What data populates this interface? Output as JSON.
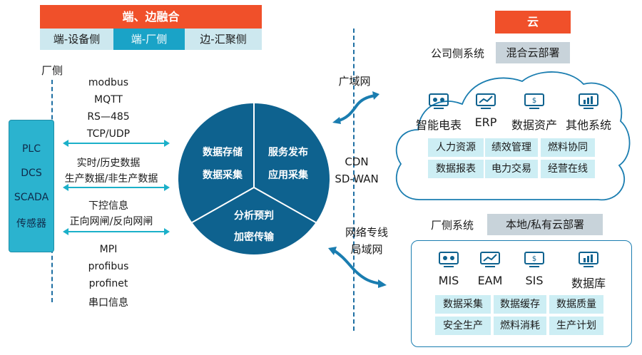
{
  "header": {
    "top_title": "端、边融合",
    "tabs": [
      "端-设备侧",
      "端-厂侧",
      "边-汇聚侧"
    ]
  },
  "factory_label": "厂侧",
  "devices": [
    "PLC",
    "DCS",
    "SCADA",
    "传感器"
  ],
  "protocols": {
    "group1": [
      "modbus",
      "MQTT",
      "RS—485",
      "TCP/UDP"
    ],
    "group2": [
      "实时/历史数据",
      "生产数据/非生产数据"
    ],
    "group3": [
      "下控信息",
      "正向网闸/反向网闸"
    ],
    "group4": [
      "MPI",
      "profibus",
      "profinet",
      "串口信息"
    ]
  },
  "circle": {
    "left": [
      "数据存储",
      "数据采集"
    ],
    "right": [
      "服务发布",
      "应用采集"
    ],
    "bottom": [
      "分析预判",
      "加密传输"
    ]
  },
  "network": {
    "wan": "广域网",
    "cdn": "CDN",
    "sdwan": "SD-WAN",
    "private_line": "网络专线",
    "lan": "局域网"
  },
  "cloud": {
    "title": "云",
    "company_label": "公司侧系统",
    "deploy": "混合云部署",
    "systems": [
      "智能电表",
      "ERP",
      "数据资产",
      "其他系统"
    ],
    "tags": [
      "人力资源",
      "绩效管理",
      "燃料协同",
      "数据报表",
      "电力交易",
      "经营在线"
    ]
  },
  "factory_sys": {
    "label": "厂侧系统",
    "deploy": "本地/私有云部署",
    "systems": [
      "MIS",
      "EAM",
      "SIS",
      "数据库"
    ],
    "tags": [
      "数据采集",
      "数据缓存",
      "数据质量",
      "安全生产",
      "燃料消耗",
      "生产计划"
    ]
  },
  "colors": {
    "orange": "#f0502a",
    "teal": "#1aa3c7",
    "navy": "#0e628f",
    "light_tag": "#cdeef4"
  }
}
